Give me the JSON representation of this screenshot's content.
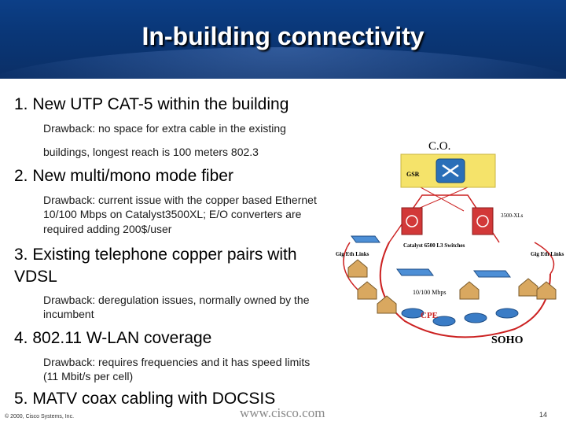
{
  "title": "In-building connectivity",
  "items": [
    {
      "heading": "1. New UTP CAT-5 within the building",
      "drawback": [
        "Drawback: no space for extra cable in the existing",
        "buildings, longest reach is 100 meters 802.3"
      ]
    },
    {
      "heading": "2. New multi/mono mode fiber",
      "drawback": [
        "Drawback: current issue with the copper based Ethernet",
        "10/100 Mbps on Catalyst3500XL; E/O converters are",
        "required adding 200$/user"
      ]
    },
    {
      "heading": [
        "3. Existing telephone copper pairs with",
        "VDSL"
      ],
      "drawback": [
        "Drawback: deregulation issues, normally owned by the",
        "incumbent"
      ]
    },
    {
      "heading": "4. 802.11 W-LAN coverage",
      "drawback": [
        "Drawback: requires frequencies and it has speed limits",
        "(11 Mbit/s per cell)"
      ]
    },
    {
      "heading": "5. MATV coax cabling with DOCSIS"
    }
  ],
  "diagram": {
    "co_label": "C.O.",
    "gsr_label": "GSR",
    "xl_label": "3500-XLs",
    "catalyst_label": "Catalyst 6500 L3 Switches",
    "gig_left": "Gig Eth Links",
    "gig_right": "Gig Eth Links",
    "speed_label": "10/100 Mbps",
    "cpe_label": "CPE",
    "soho_label": "SOHO"
  },
  "footer": {
    "copyright": "© 2000, Cisco Systems, Inc.",
    "website": "www.cisco.com",
    "page": "14"
  },
  "colors": {
    "header": "#0b3a7e",
    "ring": "#cc2222",
    "gsr_box": "#f5e36a",
    "cpe": "#cc2222"
  }
}
